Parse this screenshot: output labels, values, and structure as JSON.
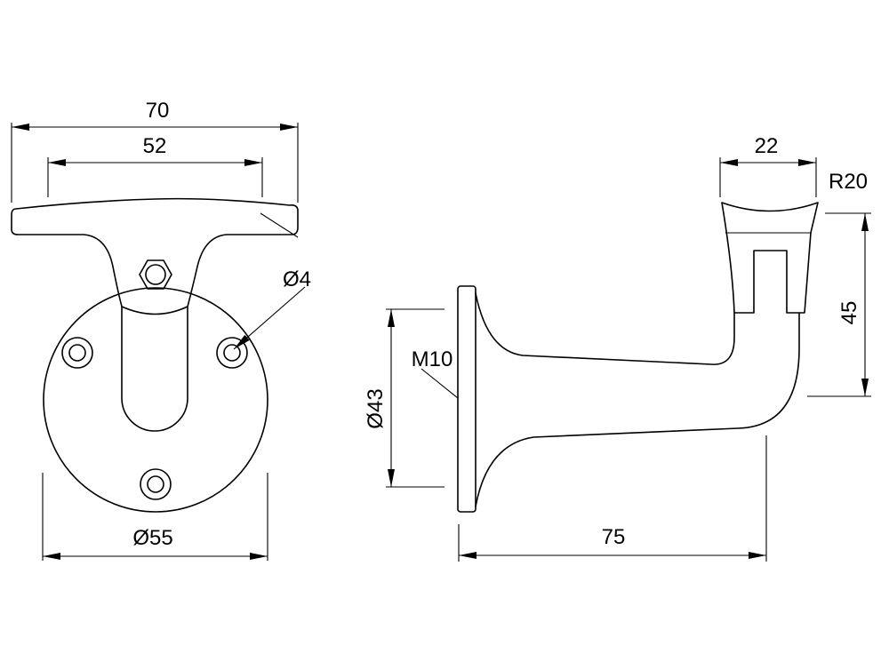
{
  "drawing": {
    "front_view": {
      "dims": {
        "overall_width": "70",
        "top_width": "52",
        "hole": "Ø4",
        "base_diameter": "Ø55"
      }
    },
    "side_view": {
      "dims": {
        "saddle_width": "22",
        "saddle_radius": "R20",
        "height": "45",
        "thread": "M10",
        "flange_diameter": "Ø43",
        "projection": "75"
      }
    }
  }
}
